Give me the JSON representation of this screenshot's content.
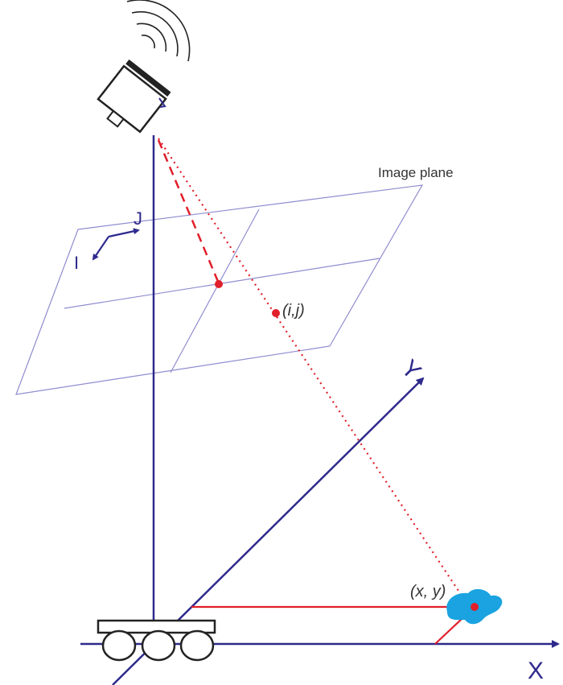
{
  "labels": {
    "image_plane": "Image plane",
    "axis_i": "I",
    "axis_j": "J",
    "pixel_point": "(i,j)",
    "world_point": "(x, y)",
    "axis_x": "X",
    "axis_y": "Y"
  },
  "colors": {
    "axis": "#2e2a8c",
    "plane": "#8f8ccf",
    "ray": "#e11f2a",
    "object": "#1aa3e0",
    "ink": "#222222",
    "text": "#333333"
  },
  "icons": {
    "camera": "camera-icon",
    "wireless": "wireless-signal-icon",
    "robot": "mobile-robot-icon",
    "object": "object-blob-icon"
  }
}
